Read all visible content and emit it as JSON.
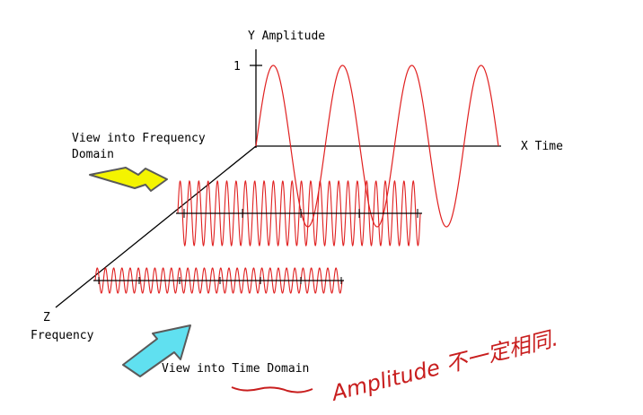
{
  "labels": {
    "y_axis": "Y Amplitude",
    "y_tick": "1",
    "x_axis": "X Time",
    "z_axis_letter": "Z",
    "z_axis": "Frequency",
    "freq_view_line1": "View into Frequency",
    "freq_view_line2": "Domain",
    "time_view": "View into Time Domain",
    "handwritten_note": "Amplitude 不一定相同."
  },
  "colors": {
    "wave": "#e02020",
    "axis": "#000000",
    "arrow_frequency": "#f4f400",
    "arrow_time": "#60e0f0",
    "arrow_outline": "#5a5a5a",
    "annotation": "#c81e1e"
  },
  "waves": [
    {
      "name": "low-frequency-wave",
      "cycles": 3.5
    },
    {
      "name": "medium-frequency-wave",
      "cycles": 26
    },
    {
      "name": "high-frequency-wave",
      "cycles": 30
    }
  ],
  "icons": [
    "frequency-view-arrow-icon",
    "time-view-arrow-icon"
  ]
}
